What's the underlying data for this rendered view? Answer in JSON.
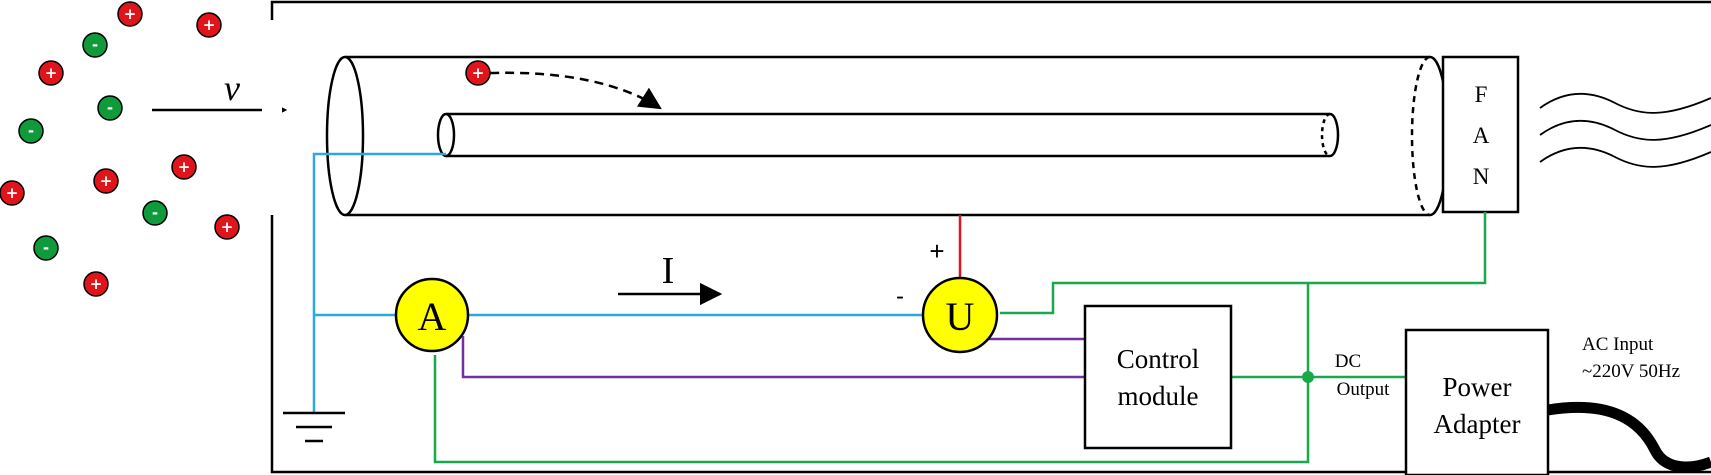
{
  "labels": {
    "velocity": "v",
    "fan": [
      "F",
      "A",
      "N"
    ],
    "current": "I",
    "ammeter": "A",
    "voltmeter": "U",
    "plus_terminal": "+",
    "minus_terminal": "-",
    "control_module": [
      "Control",
      "module"
    ],
    "dc_output": [
      "DC",
      "Output"
    ],
    "power_adapter": [
      "Power",
      "Adapter"
    ],
    "ac_input": [
      "AC Input",
      "~220V 50Hz"
    ]
  },
  "ions": [
    {
      "sign": "+",
      "kind": "positive"
    },
    {
      "sign": "+",
      "kind": "positive"
    },
    {
      "sign": "-",
      "kind": "negative"
    },
    {
      "sign": "+",
      "kind": "positive"
    },
    {
      "sign": "-",
      "kind": "negative"
    },
    {
      "sign": "-",
      "kind": "negative"
    },
    {
      "sign": "+",
      "kind": "positive"
    },
    {
      "sign": "+",
      "kind": "positive"
    },
    {
      "sign": "+",
      "kind": "positive"
    },
    {
      "sign": "-",
      "kind": "negative"
    },
    {
      "sign": "+",
      "kind": "positive"
    },
    {
      "sign": "-",
      "kind": "negative"
    },
    {
      "sign": "+",
      "kind": "positive"
    },
    {
      "sign": "+",
      "kind": "positive"
    }
  ],
  "colors": {
    "positive_ion": "#e0151b",
    "negative_ion": "#0f9a3c",
    "signal_wire": "#2aa9e0",
    "power_wire": "#19a84a",
    "control_wire": "#7030a0",
    "high_voltage_wire": "#e0151b",
    "meter_fill": "#ffff00"
  }
}
